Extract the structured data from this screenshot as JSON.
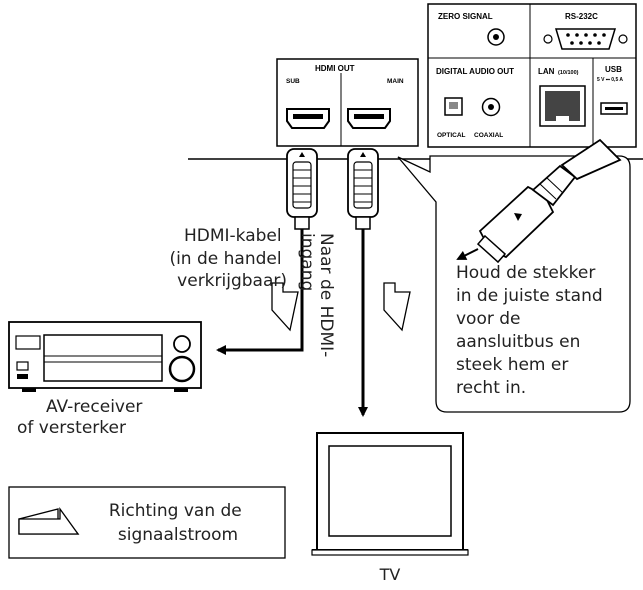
{
  "panel": {
    "zero_signal": "ZERO SIGNAL",
    "rs232c": "RS-232C",
    "digital_audio_out": "DIGITAL AUDIO OUT",
    "lan": "LAN",
    "lan_speed": "(10/100)",
    "usb": "USB",
    "usb_rating": "5 V ⎓ 0,5 A",
    "optical": "OPTICAL",
    "coaxial": "COAXIAL",
    "hdmi_out": "HDMI OUT",
    "sub": "SUB",
    "main": "MAIN"
  },
  "labels": {
    "hdmi_cable": [
      "HDMI-kabel",
      "(in de handel",
      "verkrijgbaar)"
    ],
    "to_hdmi_input": [
      "Naar de HDMI-",
      "ingang"
    ],
    "av_receiver": [
      "AV-receiver",
      "of versterker"
    ],
    "tv": "TV",
    "insert_tip": [
      "Houd de stekker",
      "in de juiste stand",
      "voor de",
      "aansluitbus en",
      "steek hem er",
      "recht in."
    ],
    "legend": [
      "Richting van de",
      "signaalstroom"
    ]
  },
  "colors": {
    "line": "#000000",
    "connector_fill": "#ffffff",
    "arrow_fill": "#ffffff",
    "text": "#222222"
  }
}
